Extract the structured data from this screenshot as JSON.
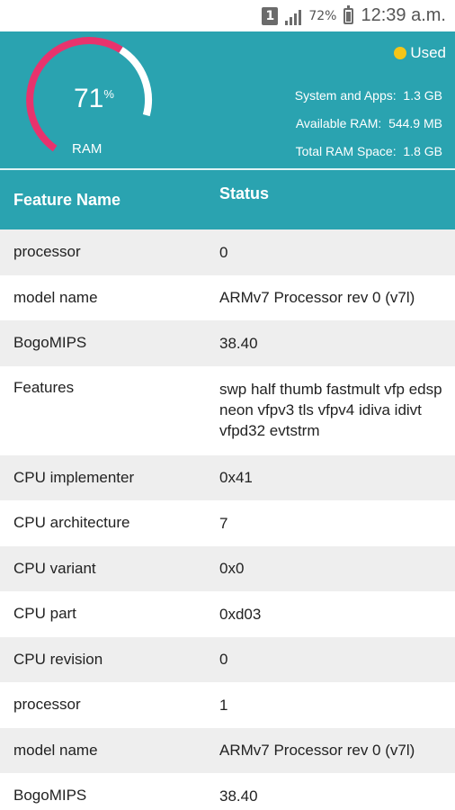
{
  "status_bar": {
    "notification": "1",
    "battery_percent": "72%",
    "time": "12:39 a.m."
  },
  "ram": {
    "percent": "71",
    "percent_sign": "%",
    "label": "RAM",
    "used_fraction": 0.71,
    "legend_label": "Used",
    "stats": [
      {
        "label": "System and Apps:",
        "value": "1.3 GB"
      },
      {
        "label": "Available RAM:",
        "value": "544.9 MB"
      },
      {
        "label": "Total RAM Space:",
        "value": "1.8 GB"
      }
    ],
    "colors": {
      "used": "#e8336d",
      "free": "#ffffff",
      "legend_dot": "#f5c518",
      "accent": "#2aa3b0"
    }
  },
  "table": {
    "header_name": "Feature Name",
    "header_status": "Status",
    "rows": [
      {
        "name": "processor",
        "value": "0"
      },
      {
        "name": "model name",
        "value": "ARMv7 Processor rev 0 (v7l)"
      },
      {
        "name": "BogoMIPS",
        "value": "38.40"
      },
      {
        "name": "Features",
        "value": "swp half thumb fastmult vfp edsp neon vfpv3 tls vfpv4 idiva idivt vfpd32 evtstrm"
      },
      {
        "name": "CPU implementer",
        "value": "0x41"
      },
      {
        "name": "CPU architecture",
        "value": "7"
      },
      {
        "name": "CPU variant",
        "value": "0x0"
      },
      {
        "name": "CPU part",
        "value": "0xd03"
      },
      {
        "name": "CPU revision",
        "value": "0"
      },
      {
        "name": "processor",
        "value": "1"
      },
      {
        "name": "model name",
        "value": "ARMv7 Processor rev 0 (v7l)"
      },
      {
        "name": "BogoMIPS",
        "value": "38.40"
      }
    ]
  }
}
